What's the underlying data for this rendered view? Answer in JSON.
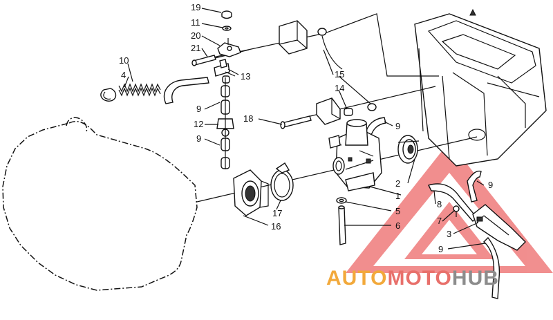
{
  "diagram": {
    "callouts": [
      "19",
      "11",
      "20",
      "21",
      "13",
      "10",
      "4",
      "9",
      "12",
      "9",
      "15",
      "14",
      "18",
      "9",
      "2",
      "1",
      "9",
      "8",
      "7",
      "5",
      "3",
      "6",
      "9",
      "17",
      "16"
    ]
  },
  "watermark": {
    "part1": "AUTO",
    "part2": "MOTO",
    "part3": "HUB",
    "colors": {
      "auto": "#f2a93b",
      "moto": "#e8706b",
      "hub": "#8c8c8c",
      "triangle": "#ef7b7b"
    }
  }
}
